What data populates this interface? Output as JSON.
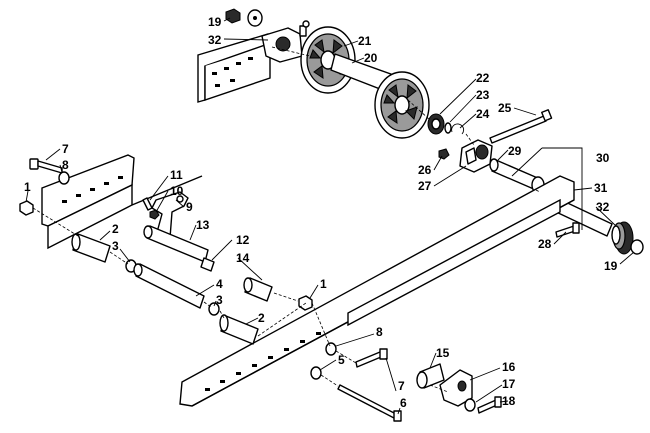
{
  "callouts": [
    {
      "id": "c19a",
      "text": "19"
    },
    {
      "id": "c32a",
      "text": "32"
    },
    {
      "id": "c21",
      "text": "21"
    },
    {
      "id": "c20",
      "text": "20"
    },
    {
      "id": "c22",
      "text": "22"
    },
    {
      "id": "c23",
      "text": "23"
    },
    {
      "id": "c24",
      "text": "24"
    },
    {
      "id": "c25",
      "text": "25"
    },
    {
      "id": "c26",
      "text": "26"
    },
    {
      "id": "c27",
      "text": "27"
    },
    {
      "id": "c29",
      "text": "29"
    },
    {
      "id": "c30",
      "text": "30"
    },
    {
      "id": "c31",
      "text": "31"
    },
    {
      "id": "c32b",
      "text": "32"
    },
    {
      "id": "c28",
      "text": "28"
    },
    {
      "id": "c19b",
      "text": "19"
    },
    {
      "id": "c7a",
      "text": "7"
    },
    {
      "id": "c8a",
      "text": "8"
    },
    {
      "id": "c1a",
      "text": "1"
    },
    {
      "id": "c11",
      "text": "11"
    },
    {
      "id": "c10",
      "text": "10"
    },
    {
      "id": "c9",
      "text": "9"
    },
    {
      "id": "c13",
      "text": "13"
    },
    {
      "id": "c2a",
      "text": "2"
    },
    {
      "id": "c3a",
      "text": "3"
    },
    {
      "id": "c12",
      "text": "12"
    },
    {
      "id": "c14",
      "text": "14"
    },
    {
      "id": "c4",
      "text": "4"
    },
    {
      "id": "c3b",
      "text": "3"
    },
    {
      "id": "c2b",
      "text": "2"
    },
    {
      "id": "c1b",
      "text": "1"
    },
    {
      "id": "c8b",
      "text": "8"
    },
    {
      "id": "c5",
      "text": "5"
    },
    {
      "id": "c15",
      "text": "15"
    },
    {
      "id": "c16",
      "text": "16"
    },
    {
      "id": "c17",
      "text": "17"
    },
    {
      "id": "c7b",
      "text": "7"
    },
    {
      "id": "c18",
      "text": "18"
    },
    {
      "id": "c6",
      "text": "6"
    }
  ]
}
